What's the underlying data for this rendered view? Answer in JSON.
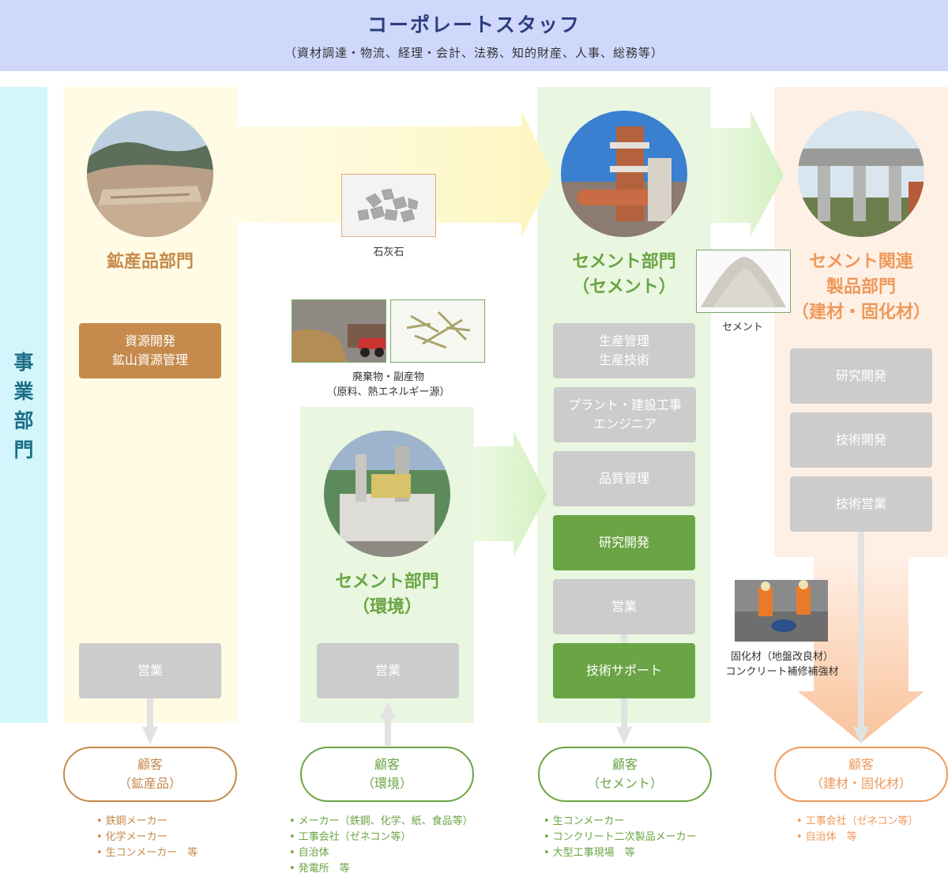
{
  "header": {
    "title": "コーポレートスタッフ",
    "subtitle": "（資材調達・物流、経理・会計、法務、知的財産、人事、総務等）"
  },
  "side_label": "事\n業\n部\n門",
  "mineral": {
    "title": "鉱産品部門",
    "box1": "資源開発\n鉱山資源管理",
    "sales": "営業",
    "customer": "顧客\n（鉱産品）",
    "customers_list": [
      "鉄鋼メーカー",
      "化学メーカー",
      "生コンメーカー　等"
    ]
  },
  "limestone_caption": "石灰石",
  "waste_caption": "廃棄物・副産物\n（原料、熱エネルギー源）",
  "environment": {
    "title": "セメント部門\n（環境）",
    "sales": "営業",
    "customer": "顧客\n（環境）",
    "customers_list": [
      "メーカー（鉄鋼、化学、紙、食品等）",
      "工事会社（ゼネコン等）",
      "自治体",
      "発電所　等"
    ]
  },
  "cement": {
    "title": "セメント部門\n（セメント）",
    "boxes": [
      "生産管理\n生産技術",
      "プラント・建設工事\nエンジニア",
      "品質管理",
      "研究開発",
      "営業",
      "技術サポート"
    ],
    "customer": "顧客\n（セメント）",
    "customers_list": [
      "生コンメーカー",
      "コンクリート二次製品メーカー",
      "大型工事現場　等"
    ]
  },
  "cement_caption": "セメント",
  "products": {
    "title": "セメント関連\n製品部門\n（建材・固化材）",
    "boxes": [
      "研究開発",
      "技術開発",
      "技術営業"
    ],
    "customer": "顧客\n（建材・固化材）",
    "customers_list": [
      "工事会社（ゼネコン等）",
      "自治体　等"
    ]
  },
  "solidifier_caption": "固化材（地盤改良材）\nコンクリート補修補強材",
  "colors": {
    "header_bg": "#cfd8fb",
    "side_bg": "#d2f6fb",
    "mineral": "#c58a4c",
    "green": "#6aa444",
    "orange": "#ef995a"
  }
}
